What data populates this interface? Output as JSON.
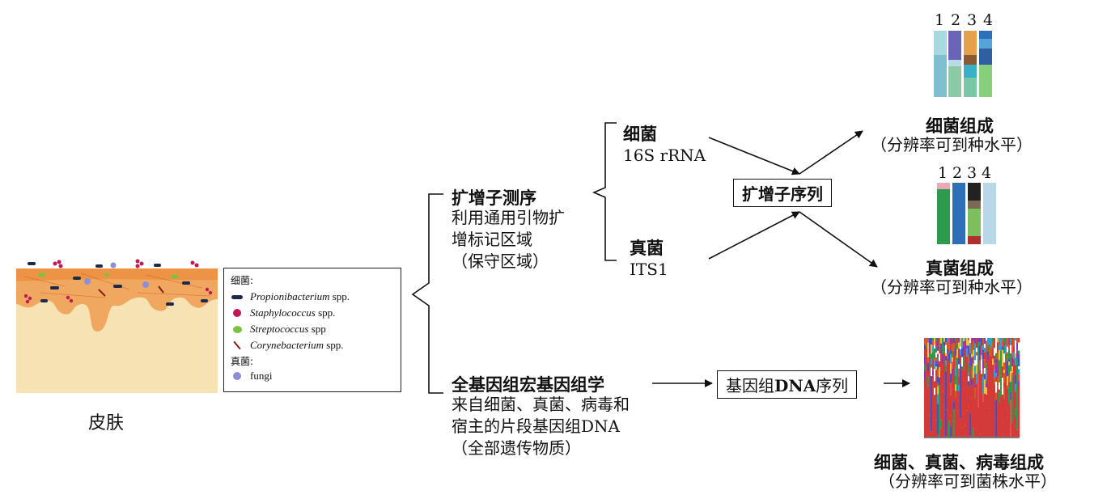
{
  "skin": {
    "label": "皮肤",
    "legend": {
      "bacteria_header": "细菌:",
      "fungi_header": "真菌:",
      "bacteria": [
        {
          "name": "Propionibacterium",
          "suffix": " spp.",
          "color": "#1c2a4a"
        },
        {
          "name": "Staphylococcus",
          "suffix": " spp.",
          "color": "#c2185b"
        },
        {
          "name": "Streptococcus",
          "suffix": " spp",
          "color": "#7cc241"
        },
        {
          "name": "Corynebacterium",
          "suffix": " spp.",
          "color": "#8b1a1a"
        }
      ],
      "fungi": [
        {
          "name": "fungi",
          "color": "#8c8fd8"
        }
      ]
    }
  },
  "amplicon": {
    "title": "扩增子测序",
    "desc": [
      "利用通用引物扩",
      "增标记区域",
      "（保守区域）"
    ],
    "bacteria": {
      "name": "细菌",
      "marker": "16S rRNA"
    },
    "fungi": {
      "name": "真菌",
      "marker": "ITS1"
    },
    "result_box": "扩增子序列",
    "bacteria_result": {
      "title": "细菌组成",
      "sub": "（分辨率可到种水平）",
      "lanes": [
        "1",
        "2",
        "3",
        "4"
      ]
    },
    "fungi_result": {
      "title": "真菌组成",
      "sub": "（分辨率可到种水平）",
      "lanes": [
        "1",
        "2",
        "3",
        "4"
      ]
    }
  },
  "wgs": {
    "title": "全基因组宏基因组学",
    "desc": [
      "来自细菌、真菌、病毒和",
      "宿主的片段基因组DNA",
      "（全部遗传物质）"
    ],
    "box_pre": "基因组",
    "box_bold": "DNA",
    "box_post": "序列",
    "result": {
      "title": "细菌、真菌、病毒组成",
      "sub": "（分辨率可到菌株水平）"
    }
  },
  "colors": {
    "skin_base": "#f6e2b3",
    "skin_top": "#f0a860",
    "line": "#111111"
  }
}
